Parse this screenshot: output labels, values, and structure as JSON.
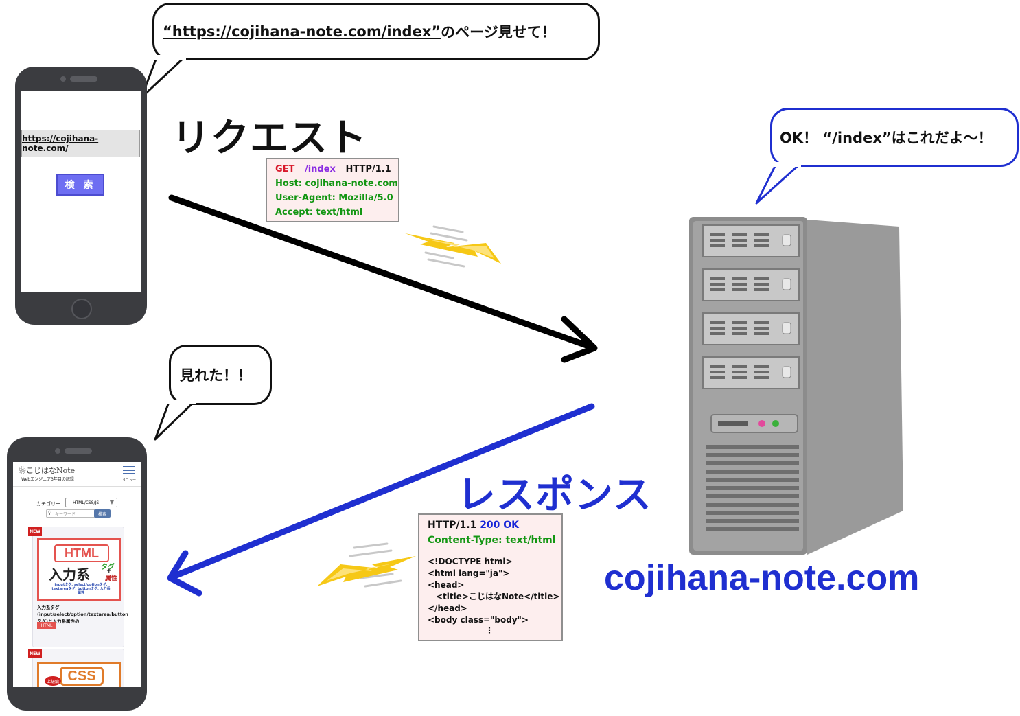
{
  "request_bubble": {
    "url": "“https://cojihana-note.com/index”",
    "text": " のページ見せて！"
  },
  "phone_top": {
    "url": "https://cojihana-note.com/",
    "search_button": "検 索"
  },
  "request_label": "リクエスト",
  "request_http": {
    "method": "GET",
    "path": "/index",
    "version": "HTTP/1.1",
    "host": "Host: cojihana-note.com",
    "user_agent": "User-Agent: Mozilla/5.0",
    "accept": "Accept: text/html"
  },
  "server_bubble": {
    "text": "OK！ “/index”はこれだよ〜！"
  },
  "server_name": "cojihana-note.com",
  "response_label": "レスポンス",
  "response_http": {
    "version": "HTTP/1.1",
    "status": "200 OK",
    "content_type": "Content-Type: text/html",
    "lines": [
      "<!DOCTYPE html>",
      "<html lang=\"ja\">",
      "<head>",
      "<title>こじはなNote</title>",
      "</head>",
      "<body class=\"body\">"
    ],
    "ellipsis": "⋮"
  },
  "client_bubble": {
    "text": "見れた！！"
  },
  "phone_bottom": {
    "logo": "❀こじはなNote",
    "subtitle": "Webエンジニア3年目の記録",
    "menu": "メニュー",
    "category_label": "カテゴリー",
    "category_value": "HTML/CSS/JS",
    "keyword_placeholder": "キーワード",
    "keyword_button": "検索",
    "card1": {
      "badge": "NEW",
      "thumb_tag": "HTML",
      "thumb_main": "入力系",
      "thumb_tag_green": "タグ",
      "thumb_plus": "+",
      "thumb_attr": "属性",
      "thumb_small": "inputタグ, select/optionタグ, textareaタグ, buttonタグ, 入力系属性",
      "title": "入力系タグ(input/select/option/textarea/buttonタグ)と入力系属性の",
      "category": "HTML"
    },
    "card2": {
      "badge": "NEW",
      "thumb_tag": "CSS",
      "level": "上級編"
    }
  },
  "colors": {
    "request_arrow": "#000000",
    "response_arrow": "#1f2fd0",
    "response_label": "#1f2fd0",
    "server_name": "#1f2fd0",
    "http_box_bg": "#fdeeee"
  }
}
